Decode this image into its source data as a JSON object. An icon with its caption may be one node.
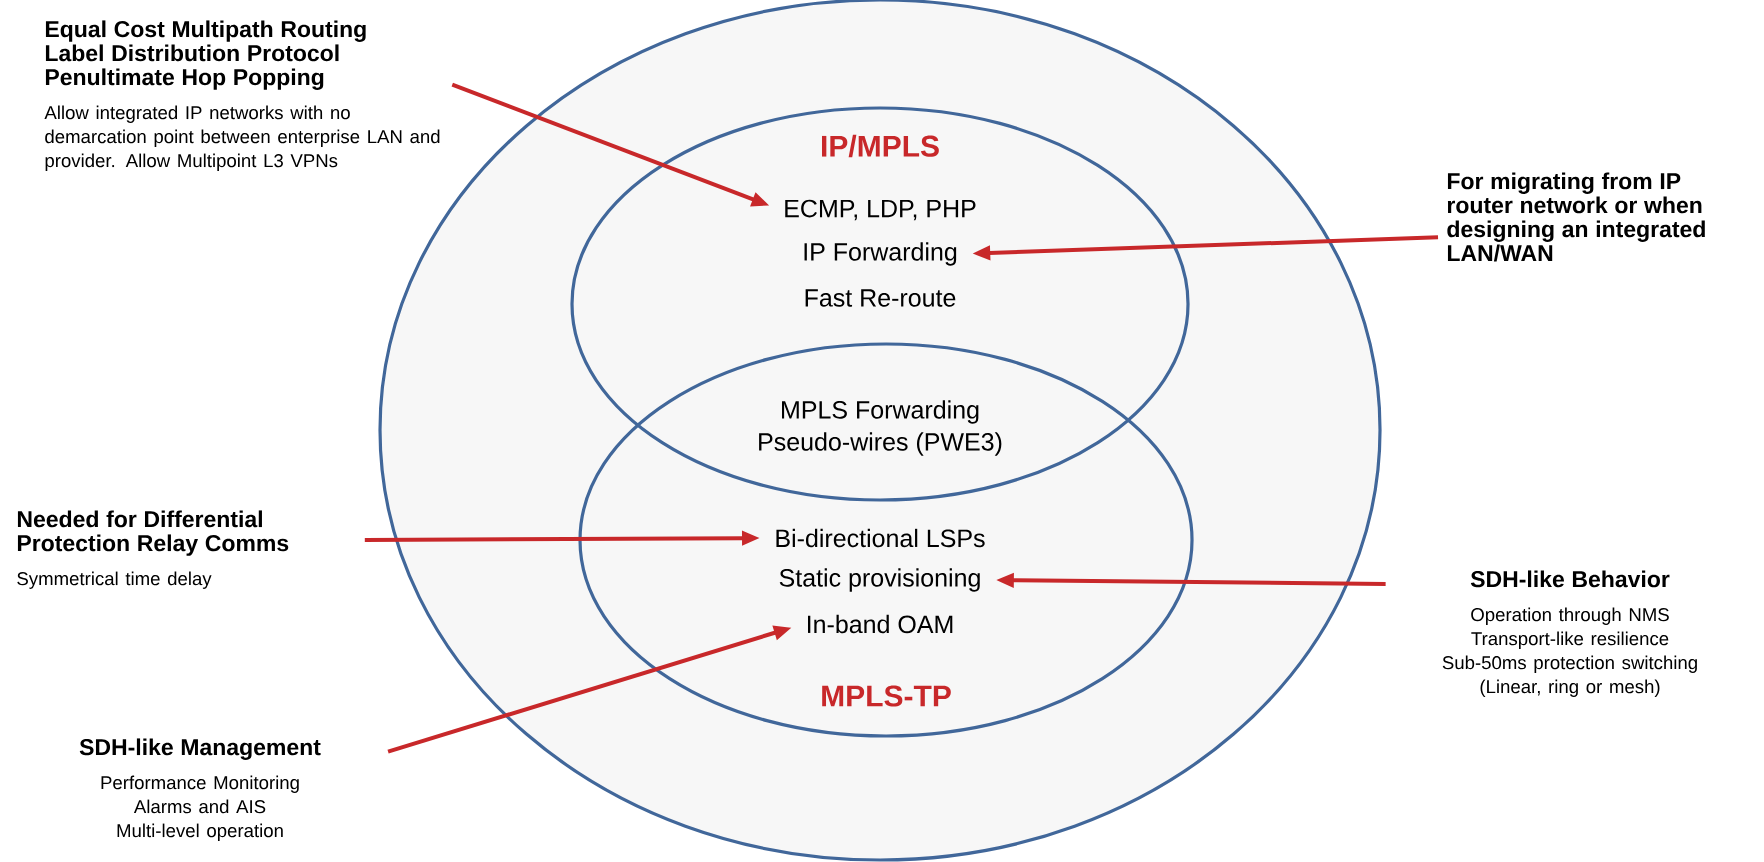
{
  "diagram": {
    "nodes": [
      {
        "text": [
          "Equal Cost Multipath Routing",
          "Label Distribution Protocol",
          "Penultimate Hop Popping",
          "Allow integrated IP networks with no demarcation point between enterprise LAN and provider. Allow Multipoint L3 VPNs"
        ]
      },
      {
        "text": [],
        "shape": "ellipse"
      },
      {
        "text": [
          "IP/MPLS"
        ],
        "in": 1
      },
      {
        "text": [
          "ECMP, LDP, PHP"
        ],
        "in": 2
      },
      {
        "text": [
          "IP Forwarding"
        ],
        "in": 2
      },
      {
        "text": [
          "Fast Re-route"
        ],
        "in": 2
      },
      {
        "text": [
          "For migrating from IP router network or when designing an integrated LAN/WAN"
        ]
      },
      {
        "text": [
          "MPLS Forwarding",
          "Pseudo-wires (PWE3)"
        ]
      },
      {
        "text": [
          "MPLS-TP"
        ],
        "in": 1
      },
      {
        "text": [
          "Bi-directional LSPs"
        ],
        "in": 8
      },
      {
        "text": [
          "Static provisioning"
        ],
        "in": 8
      },
      {
        "text": [
          "In-band OAM"
        ],
        "in": 8
      },
      {
        "text": [
          "Needed for Differential Protection Relay Comms",
          "Symmetrical time delay"
        ]
      },
      {
        "text": [
          "SDH-like Behavior",
          "Operation through NMS",
          "Transport-like resilience",
          "Sub-50ms protection switching",
          "(Linear, ring or mesh)"
        ]
      },
      {
        "text": [
          "SDH-like Management",
          "Performance Monitoring",
          "Alarms and AIS",
          "Multi-level operation"
        ]
      }
    ],
    "edges": [
      {
        "from": 0,
        "to": 3,
        "arrow": "to"
      },
      {
        "from": 6,
        "to": 4,
        "arrow": "to"
      },
      {
        "from": 12,
        "to": 9,
        "arrow": "to"
      },
      {
        "from": 13,
        "to": 10,
        "arrow": "to"
      },
      {
        "from": 14,
        "to": 11,
        "arrow": "to"
      }
    ]
  }
}
